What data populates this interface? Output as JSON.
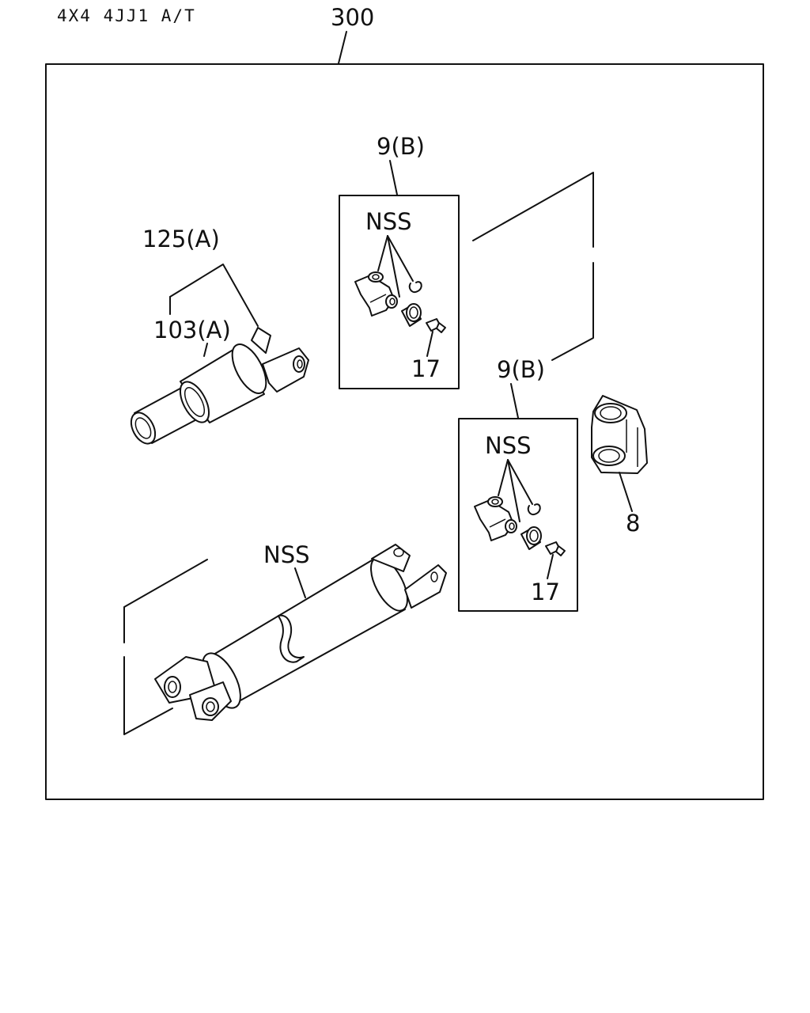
{
  "header": {
    "title": "4X4  4JJ1  A/T"
  },
  "callouts": {
    "assembly": "300",
    "front_yoke_sleeve": "125(A)",
    "front_yoke": "103(A)",
    "joint_kit_upper": "9(B)",
    "joint_kit_lower": "9(B)",
    "nss_upper": "NSS",
    "nss_lower": "NSS",
    "nss_shaft": "NSS",
    "grease_fitting_upper": "17",
    "grease_fitting_lower": "17",
    "flange_yoke": "8"
  }
}
